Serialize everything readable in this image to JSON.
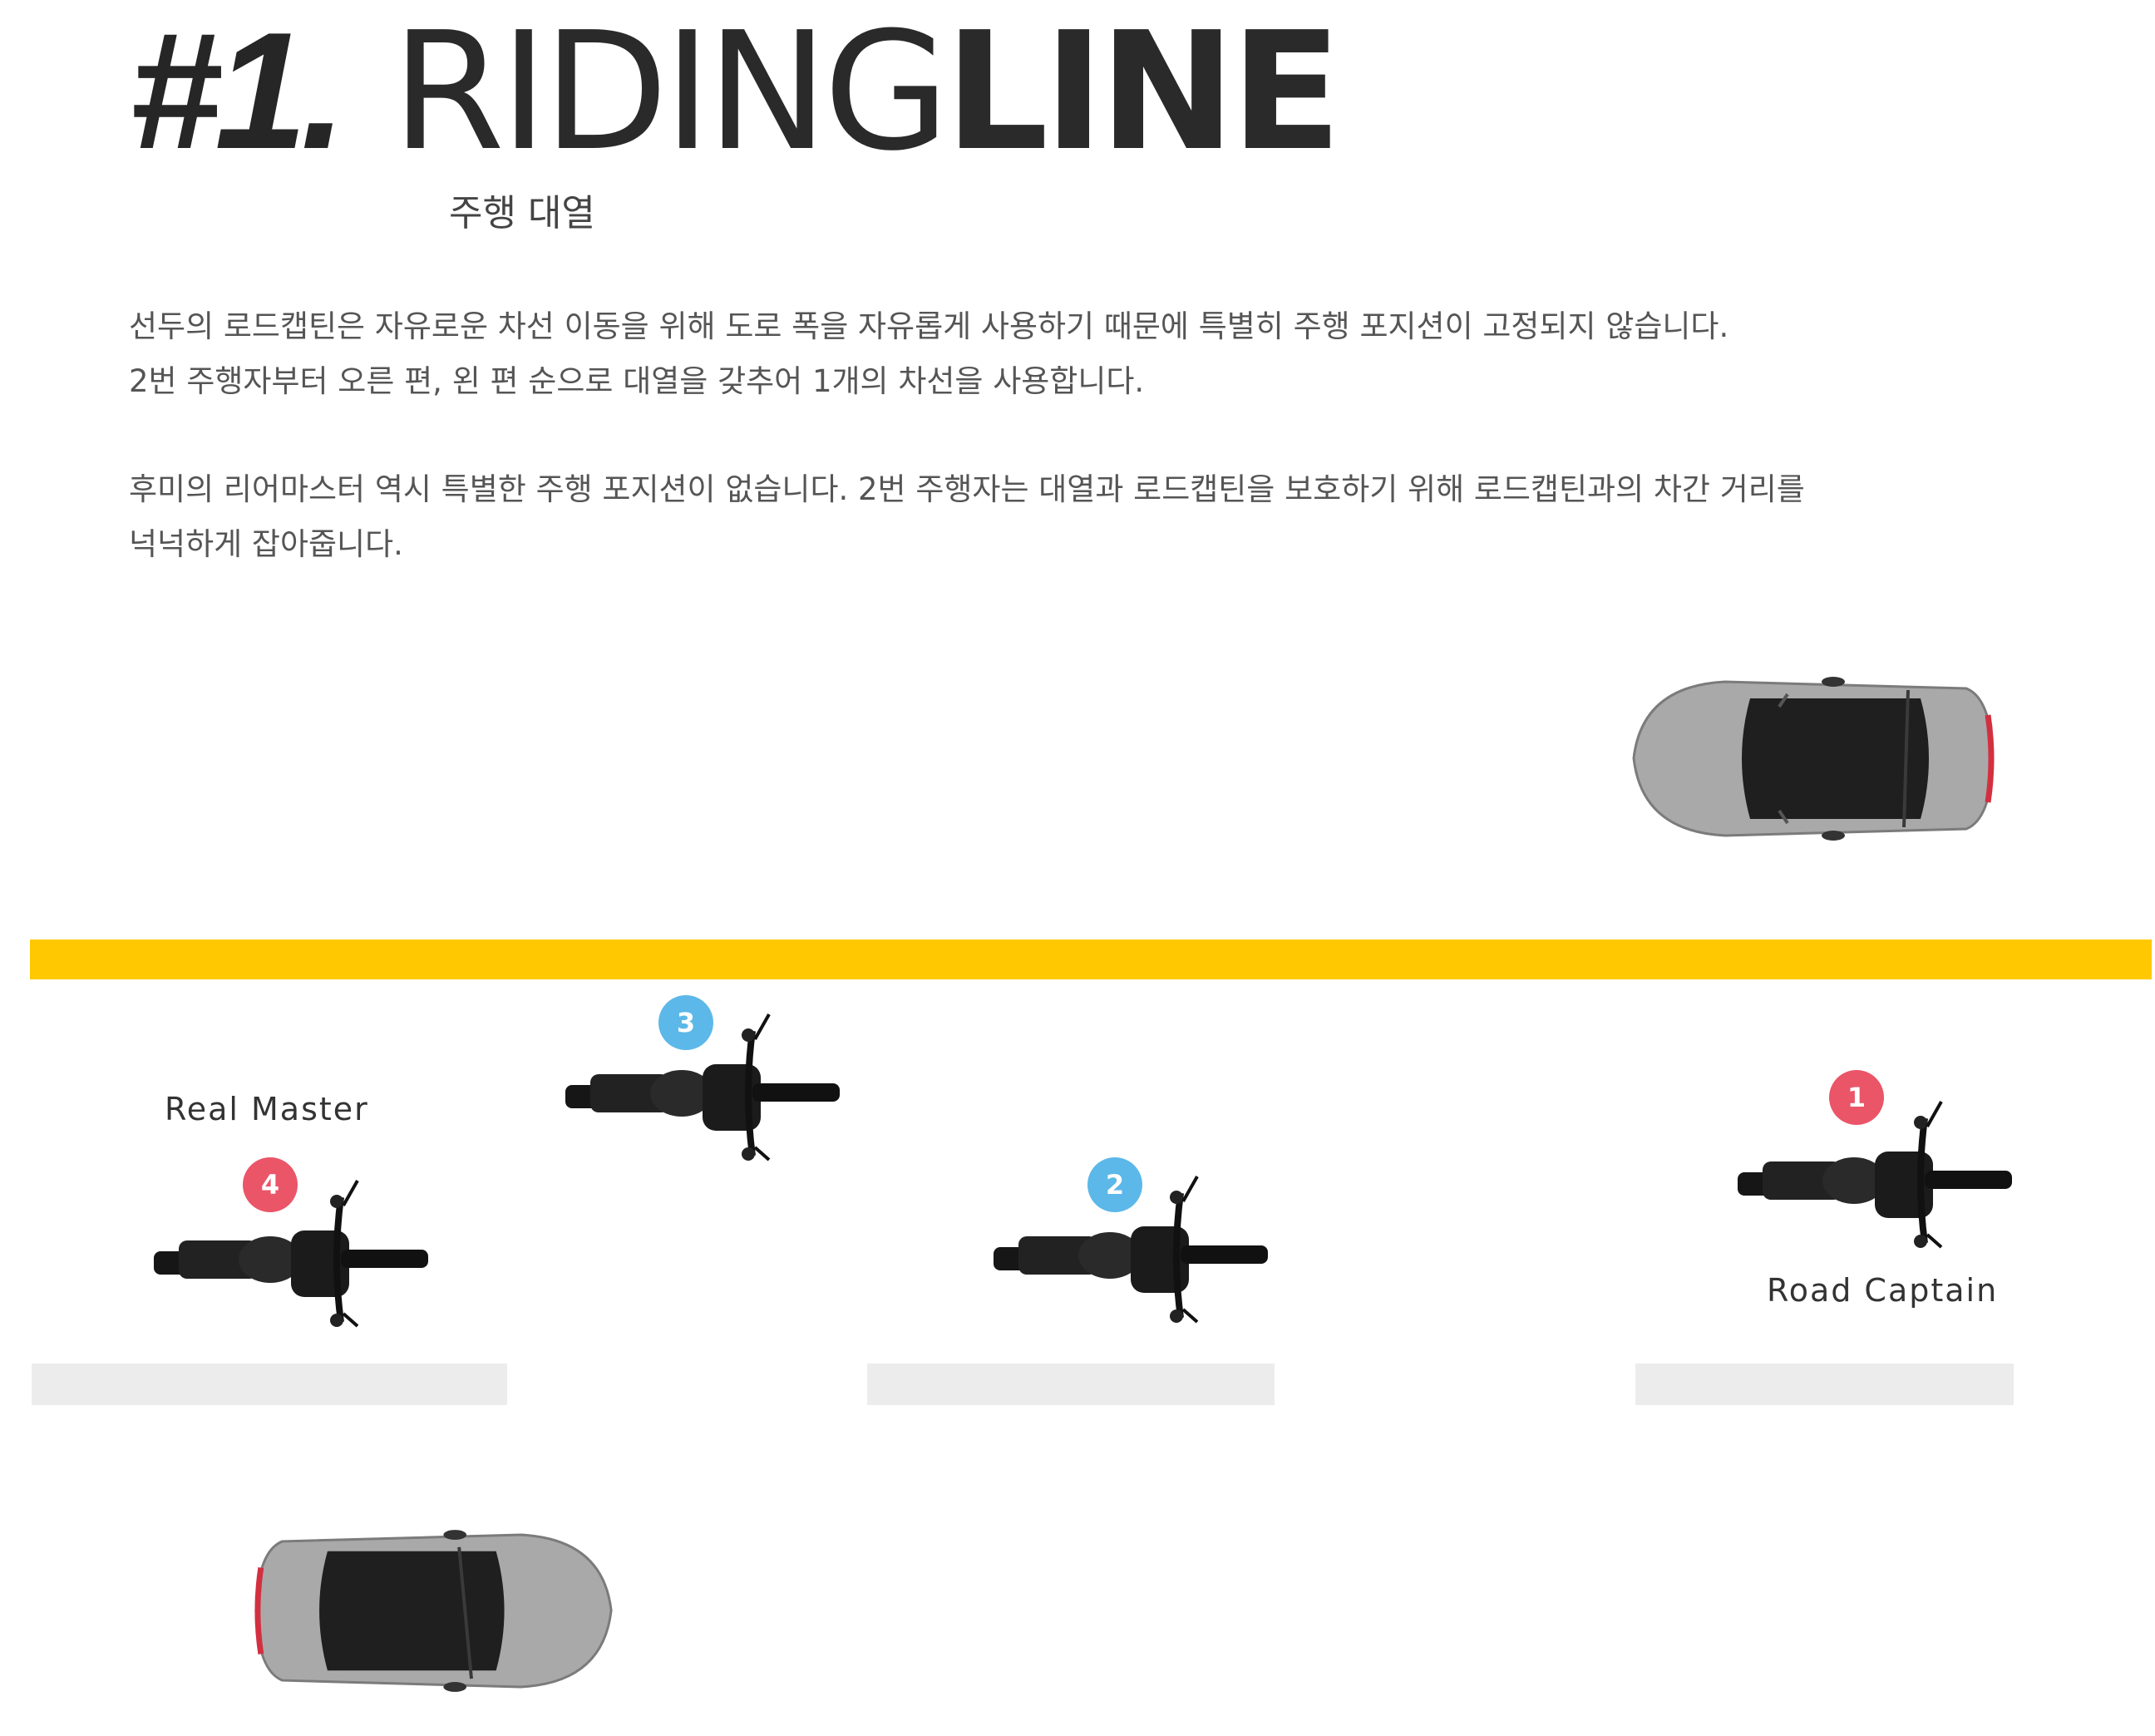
{
  "title": {
    "number": "#1.",
    "thin": "RIDING",
    "bold": "LINE"
  },
  "subtitle": "주행 대열",
  "paragraphs": [
    "선두의 로드캡틴은 자유로운 차선 이동을 위해 도로 폭을 자유롭게 사용하기 때문에 특별히 주행 포지션이 고정되지 않습니다.",
    "2번 주행자부터 오른 편, 왼 편 순으로 대열을 갖추어 1개의 차선을 사용합니다.",
    "후미의 리어마스터 역시 특별한 주행 포지션이 없습니다. 2번 주행자는 대열과 로드캡틴을 보호하기 위해 로드캡틴과의 차간 거리를",
    "넉넉하게 잡아줍니다."
  ],
  "labels": {
    "rear": "Real Master",
    "captain": "Road Captain"
  },
  "badges": {
    "b1": "1",
    "b2": "2",
    "b3": "3",
    "b4": "4"
  },
  "colors": {
    "center_line": "#ffc800",
    "badge_red": "#ea5568",
    "badge_blue": "#5cb8e8"
  }
}
